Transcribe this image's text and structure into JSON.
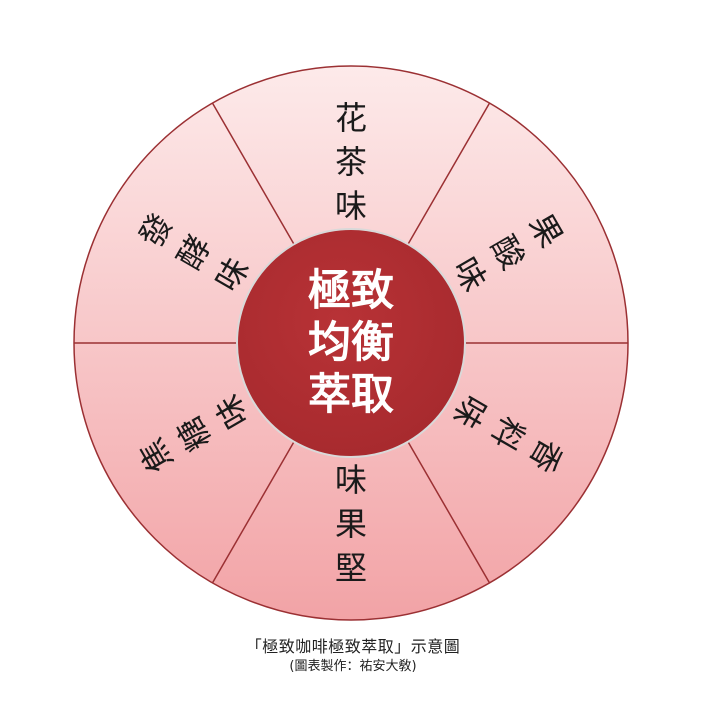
{
  "diagram": {
    "center": {
      "lines": [
        "極致",
        "均衡",
        "萃取"
      ]
    },
    "segments": [
      {
        "name": "floral",
        "chars": [
          "花",
          "茶",
          "味"
        ]
      },
      {
        "name": "fruit-acid",
        "chars": [
          "果",
          "酸",
          "味"
        ]
      },
      {
        "name": "spice",
        "chars": [
          "香",
          "料",
          "味"
        ]
      },
      {
        "name": "nut",
        "chars": [
          "堅",
          "果",
          "味"
        ]
      },
      {
        "name": "caramel",
        "chars": [
          "焦",
          "糖",
          "味"
        ]
      },
      {
        "name": "fermented",
        "chars": [
          "發",
          "酵",
          "味"
        ]
      }
    ],
    "colors": {
      "segment_fill_light": "#fdeaea",
      "segment_fill_dark": "#f2a3a6",
      "outline": "#9b3033",
      "center_fill": "#a5292d",
      "center_text": "#ffffff"
    }
  },
  "caption": {
    "title": "「極致咖啡極致萃取」示意圖",
    "credit": "(圖表製作：祐安大敎)"
  }
}
